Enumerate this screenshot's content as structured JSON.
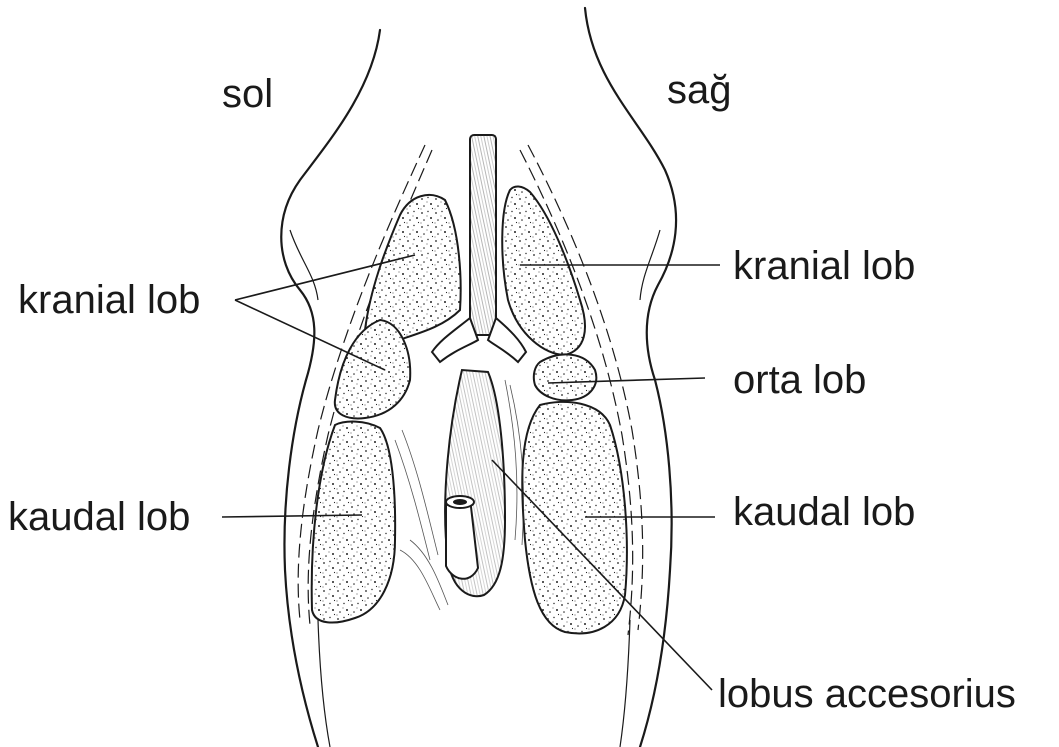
{
  "labels": {
    "left_side": "sol",
    "right_side": "sağ",
    "left_cranial": "kranial lob",
    "right_cranial": "kranial lob",
    "right_middle": "orta lob",
    "left_caudal": "kaudal lob",
    "right_caudal": "kaudal lob",
    "accessory": "lobus accesorius"
  },
  "colors": {
    "ink": "#1a1a1a",
    "background": "#ffffff"
  }
}
